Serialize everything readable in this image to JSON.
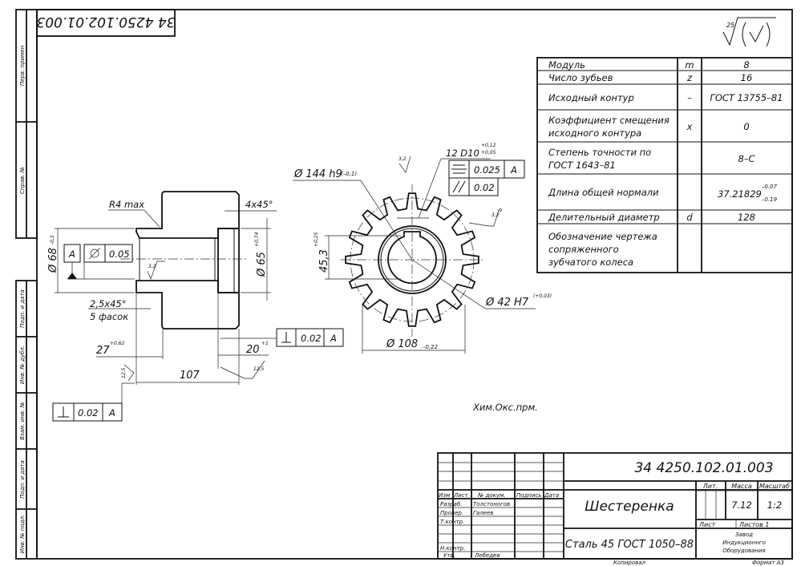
{
  "stamp": {
    "number": "34 4250.102.01.003"
  },
  "roughness_general": {
    "value": "25"
  },
  "side_strip": {
    "labels": [
      "Перв. примен",
      "Справ. №",
      "Подп. и дата",
      "Инв. № дубл.",
      "Взам. инв. №",
      "Подп. и дата",
      "Инв. № подл."
    ]
  },
  "params_table": {
    "rows": [
      {
        "name": "Модуль",
        "symbol": "m",
        "value": "8"
      },
      {
        "name": "Число зубьев",
        "symbol": "z",
        "value": "16"
      },
      {
        "name": "Исходный контур",
        "symbol": "–",
        "value": "ГОСТ 13755–81"
      },
      {
        "name_lines": [
          "Коэффициент смещения",
          "исходного контура"
        ],
        "symbol": "x",
        "value": "0"
      },
      {
        "name_lines": [
          "Степень точности по",
          "ГОСТ 1643–81"
        ],
        "symbol": "",
        "value": "8–С"
      },
      {
        "name": "Длина общей нормали",
        "symbol": "",
        "value": "37.21829",
        "tol_upper": "–0.07",
        "tol_lower": "–0.19"
      },
      {
        "name": "Делительный диаметр",
        "symbol": "d",
        "value": "128"
      },
      {
        "name_lines": [
          "Обозначение чертежа",
          "сопряженного",
          "зубчатого колеса"
        ],
        "symbol": "",
        "value": ""
      }
    ]
  },
  "side_view": {
    "r4": "R4 max",
    "chamfer_right": "4x45°",
    "dia68": "Ø 68",
    "dia68_tol": "–0,3",
    "dia65": "Ø 65",
    "dia65_tol": "+0,74",
    "datum": "A",
    "runout_value": "0.05",
    "rough_bore": "3,2",
    "chamfers": "2,5x45°",
    "chamfers_count": "5 фасок",
    "dim27": "27",
    "dim27_tol": "+0,62",
    "dim20": "20",
    "dim20_tol": "+1",
    "dim107": "107",
    "rough_left": "12,5",
    "rough_right": "12,5",
    "perp_frame_right": {
      "value": "0.02",
      "datum": "A"
    },
    "perp_frame_left": {
      "value": "0.02",
      "datum": "A"
    }
  },
  "gear_view": {
    "dia144": "Ø 144 h9",
    "dia144_tol": "(–0,1)",
    "keyway": "12 D10",
    "keyway_tol_upper": "+0,12",
    "keyway_tol_lower": "+0,05",
    "symmetry_value": "0.025",
    "symmetry_datum": "A",
    "parallel_value": "0.02",
    "rough_key": "3,2",
    "rough_teeth": "3,2",
    "dim45": "45,3",
    "dim45_tol": "+0,25",
    "dia42": "Ø 42 H7",
    "dia42_tol": "(+0,03)",
    "dia108": "Ø 108",
    "dia108_tol": "–0,22"
  },
  "note": "Хим.Окс.прм.",
  "title_block": {
    "doc_number": "34 4250.102.01.003",
    "part_name": "Шестеренка",
    "material": "Сталь 45 ГОСТ 1050–88",
    "headers": {
      "izm": "Изм",
      "list": "Лист",
      "doc": "№ докум.",
      "sign": "Подпись",
      "date": "Дата"
    },
    "roles": [
      {
        "role": "Разраб.",
        "name": "Толстоногов"
      },
      {
        "role": "Провер.",
        "name": "Галеев"
      },
      {
        "role": "Т.контр.",
        "name": ""
      },
      {
        "role": "",
        "name": ""
      },
      {
        "role": "Н.контр.",
        "name": ""
      },
      {
        "role": "Утв.",
        "name": "Лебедев"
      }
    ],
    "lit_label": "Лит.",
    "mass_label": "Масса",
    "scale_label": "Масштаб",
    "mass": "7.12",
    "scale": "1:2",
    "sheet_label": "Лист",
    "sheets_label": "Листов 1",
    "org": [
      "Завод",
      "Индукционнго",
      "Оборудования"
    ]
  },
  "footer": {
    "copied": "Копировал",
    "format": "Формат А3"
  }
}
